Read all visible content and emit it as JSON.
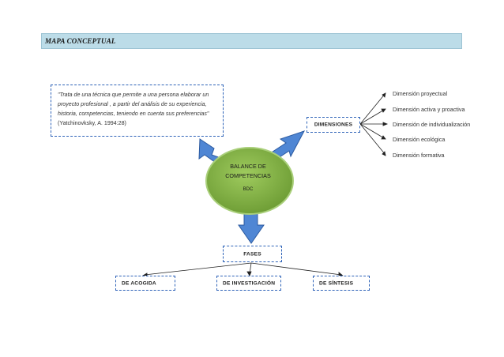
{
  "header": {
    "title": "MAPA CONCEPTUAL"
  },
  "quote": {
    "italic_text": "\"Trata de una técnica que permite a una persona elaborar un proyecto profesional , a partir del análisis de su experiencia, historia, competencias, teniendo en cuenta sus preferencias\"",
    "citation": " (Yatchinovksky, A. 1994:28)"
  },
  "center": {
    "line1": "BALANCE DE",
    "line2": "COMPETENCIAS",
    "acronym": "BDC"
  },
  "dimensions": {
    "label": "DIMENSIONES",
    "items": [
      "Dimensión proyectual",
      "Dimensión activa y proactiva",
      "Dimensión de individualización",
      "Dimensión ecológica",
      "Dimensión formativa"
    ]
  },
  "phases": {
    "label": "FASES",
    "items": [
      "DE ACOGIDA",
      "DE INVESTIGACIÓN",
      "DE SÍNTESIS"
    ]
  },
  "colors": {
    "header_bg": "#bcdce8",
    "arrow_fill": "#4f86d4",
    "arrow_stroke": "#2c5aa0",
    "circle_fill": "#86b94a",
    "box_border": "#2e63b8"
  }
}
